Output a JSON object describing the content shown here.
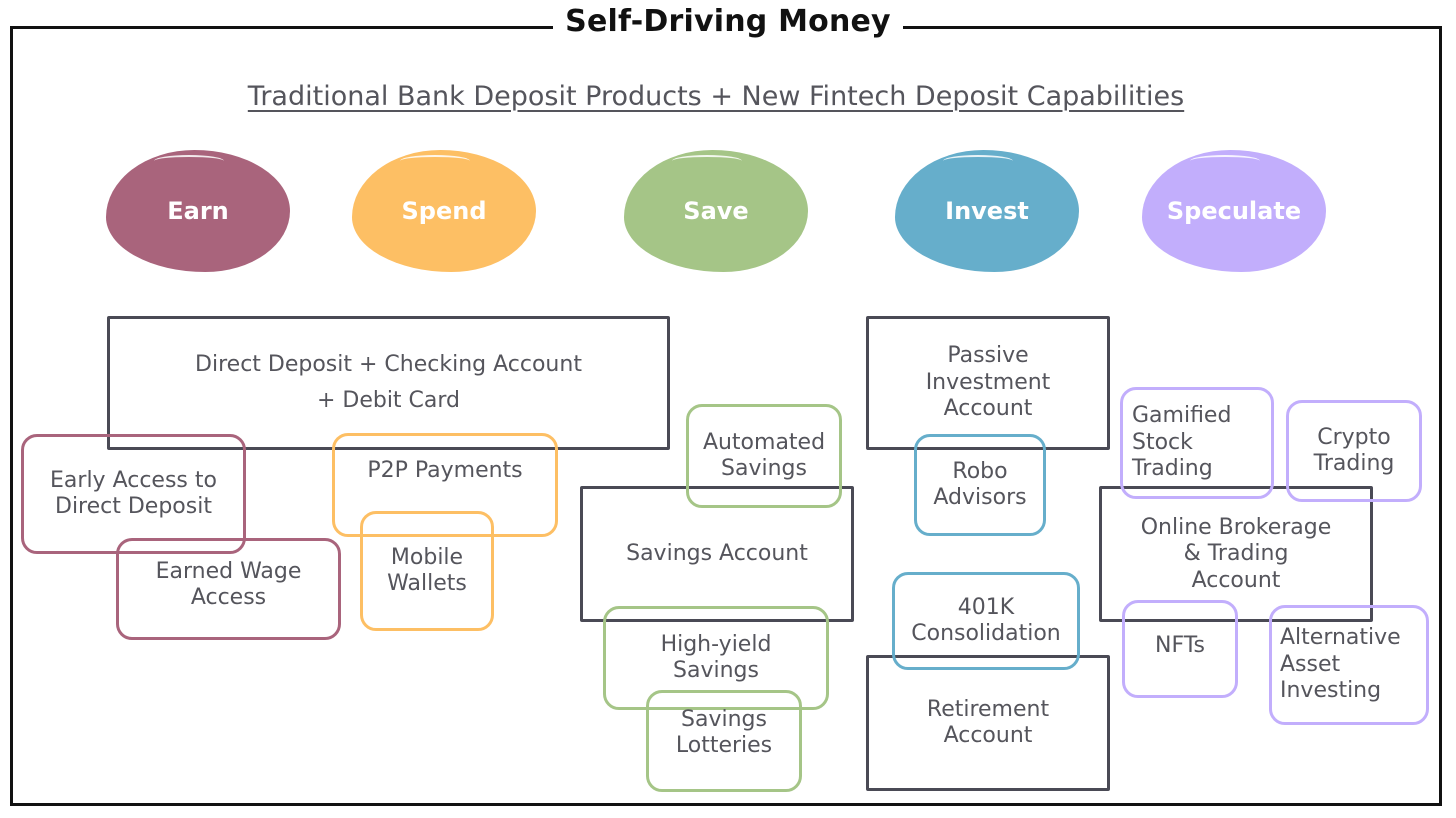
{
  "title": "Self-Driving Money",
  "subtitle": "Traditional Bank Deposit Products + New Fintech Deposit Capabilities",
  "categories": [
    {
      "label": "Earn",
      "color": "#a9647c"
    },
    {
      "label": "Spend",
      "color": "#fdbf64"
    },
    {
      "label": "Save",
      "color": "#a5c587"
    },
    {
      "label": "Invest",
      "color": "#66aecb"
    },
    {
      "label": "Speculate",
      "color": "#c2aefc"
    }
  ],
  "products": {
    "checking": "Direct Deposit + Checking Account\n+ Debit Card",
    "savings": "Savings Account",
    "passive": "Passive\nInvestment\nAccount",
    "retirement": "Retirement\nAccount",
    "brokerage": "Online Brokerage\n& Trading\nAccount"
  },
  "features": {
    "early_access": "Early Access to\nDirect Deposit",
    "earned_wage": "Earned Wage\nAccess",
    "p2p": "P2P Payments",
    "mobile_wallets": "Mobile\nWallets",
    "automated_savings": "Automated\nSavings",
    "high_yield": "High-yield\nSavings",
    "savings_lotteries": "Savings\nLotteries",
    "robo": "Robo\nAdvisors",
    "consolidation": "401K\nConsolidation",
    "gamified": "Gamified\nStock\nTrading",
    "crypto": "Crypto\nTrading",
    "nfts": "NFTs",
    "alternative": "Alternative\nAsset\nInvesting"
  },
  "colors": {
    "product_border": "#4a4a55",
    "text": "#55555c"
  }
}
